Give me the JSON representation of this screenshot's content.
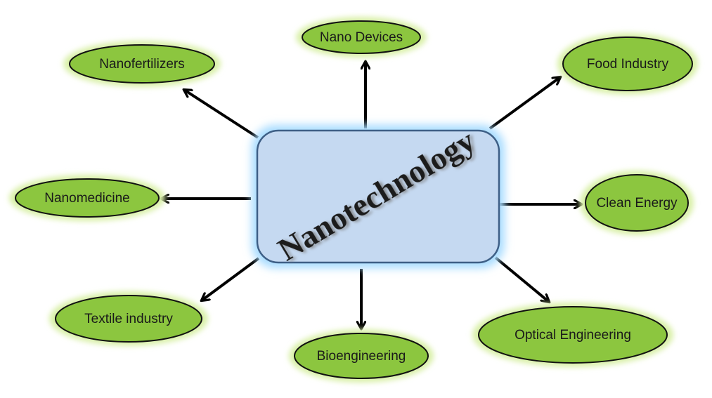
{
  "center": {
    "label": "Nanotechnology"
  },
  "nodes": [
    {
      "id": "nanofertilizers",
      "label": "Nanofertilizers"
    },
    {
      "id": "nano-devices",
      "label": "Nano Devices"
    },
    {
      "id": "food-industry",
      "label": "Food Industry"
    },
    {
      "id": "nanomedicine",
      "label": "Nanomedicine"
    },
    {
      "id": "clean-energy",
      "label": "Clean Energy"
    },
    {
      "id": "textile-industry",
      "label": "Textile industry"
    },
    {
      "id": "bioengineering",
      "label": "Bioengineering"
    },
    {
      "id": "optical-engineering",
      "label": "Optical Engineering"
    }
  ],
  "colors": {
    "ellipse_fill": "#8cc63f",
    "ellipse_glow": "#d9f0a8",
    "box_fill": "#c5d9f1",
    "box_stroke": "#3e5f86",
    "box_glow": "#9ed8ff",
    "arrow": "#000000"
  }
}
